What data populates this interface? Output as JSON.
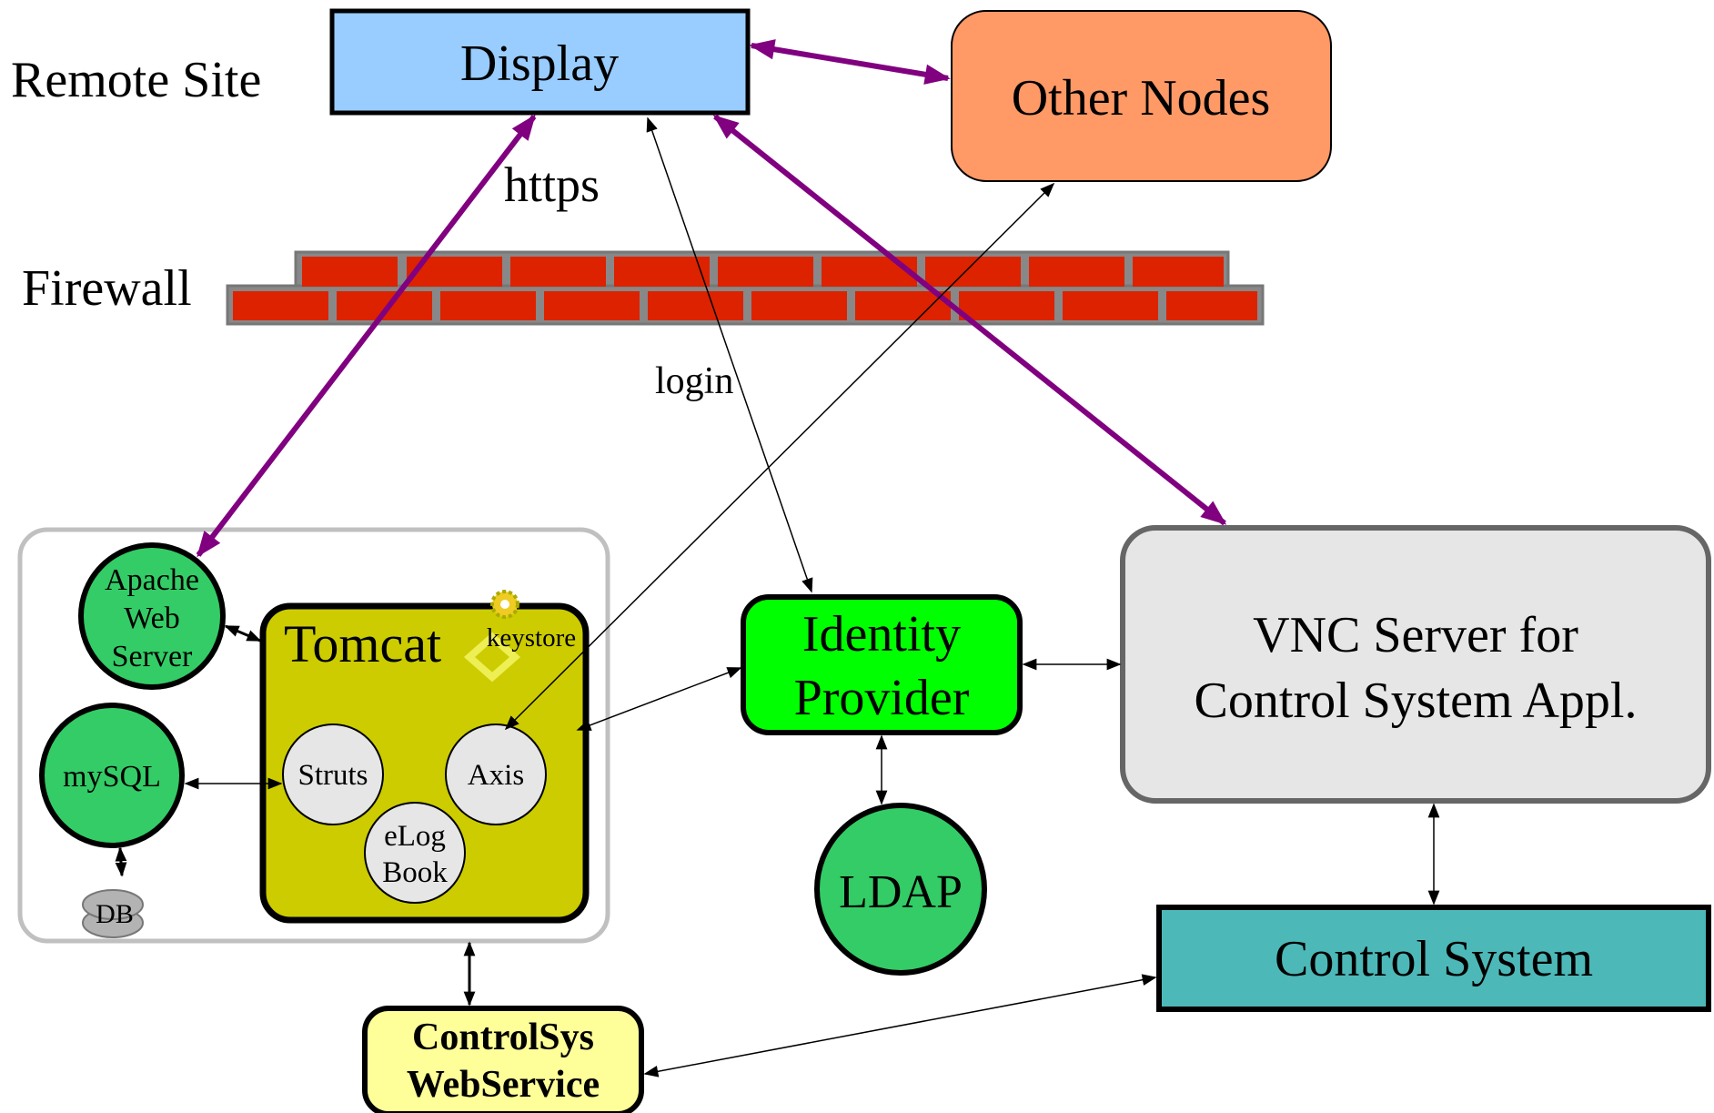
{
  "labels": {
    "remote_site": "Remote Site",
    "firewall": "Firewall",
    "https": "https",
    "login": "login"
  },
  "nodes": {
    "display": "Display",
    "other_nodes": "Other Nodes",
    "apache_line1": "Apache",
    "apache_line2": "Web",
    "apache_line3": "Server",
    "tomcat": "Tomcat",
    "keystore": "keystore",
    "mysql": "mySQL",
    "db": "DB",
    "struts": "Struts",
    "axis": "Axis",
    "elog_line1": "eLog",
    "elog_line2": "Book",
    "identity_line1": "Identity",
    "identity_line2": "Provider",
    "ldap": "LDAP",
    "vnc_line1": "VNC Server for",
    "vnc_line2": "Control System Appl.",
    "control_system": "Control System",
    "ws_line1": "ControlSys",
    "ws_line2": "WebService"
  },
  "colors": {
    "display": "#99ccff",
    "other_nodes": "#ff9966",
    "tomcat": "#cccc00",
    "green_node": "#33cc66",
    "identity": "#00ff00",
    "vnc": "#e6e6e6",
    "control_system": "#4db8b8",
    "webservice": "#ffff99",
    "brick": "#dd2200",
    "purple_link": "#800080",
    "server_frame": "#c0c0c0",
    "inner_circle": "#e6e6e6",
    "db": "#b3b3b3"
  }
}
